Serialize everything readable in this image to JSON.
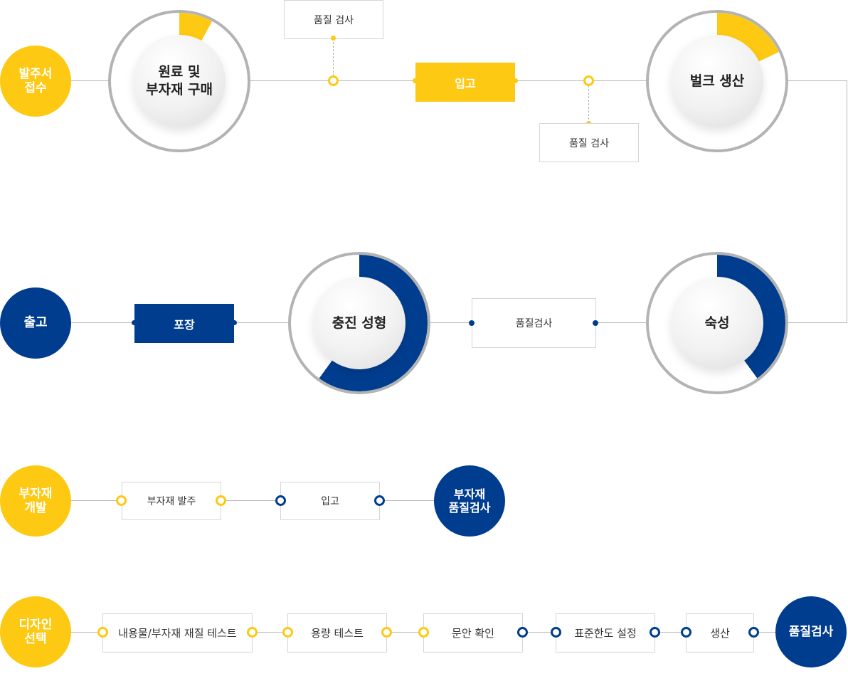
{
  "colors": {
    "yellow": "#fdc913",
    "blue": "#003d8f",
    "ring_gray": "#b3b3b3",
    "line_gray": "#b9b9b9"
  },
  "main_process": {
    "start": "발주서\n접수",
    "raw_material": "원료 및\n부자재 구매",
    "qc_top": "품질 검사",
    "receiving": "입고",
    "qc_bottom": "품질 검사",
    "bulk": "벌크 생산",
    "aging": "숙성",
    "qc_mid": "품질검사",
    "filling": "충진 성형",
    "packing": "포장",
    "shipping": "출고"
  },
  "progress": {
    "raw_material": 0.08,
    "bulk": 0.18,
    "aging": 0.4,
    "filling": 0.6
  },
  "sub_material": {
    "start": "부자재\n개발",
    "order": "부자재 발주",
    "receiving": "입고",
    "end": "부자재\n품질검사"
  },
  "design": {
    "start": "디자인\n선택",
    "steps": [
      "내용물/부자재 재질 테스트",
      "용량 테스트",
      "문안 확인",
      "표준한도 설정",
      "생산"
    ],
    "end": "품질검사"
  }
}
